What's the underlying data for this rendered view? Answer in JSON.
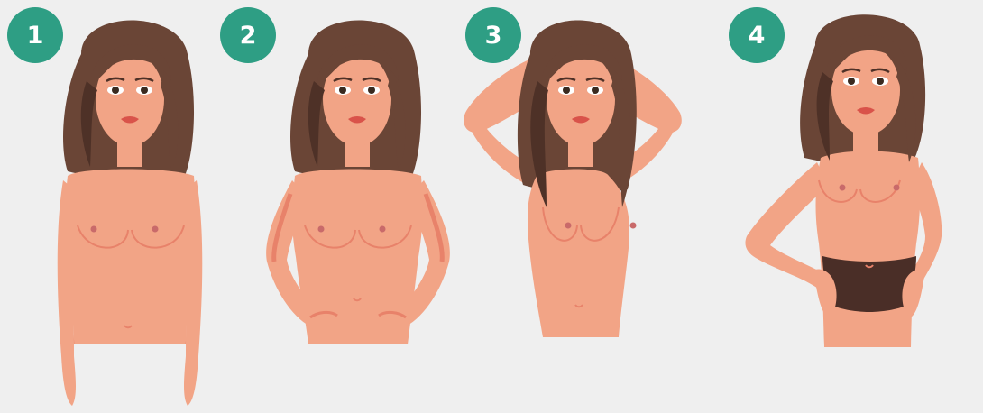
{
  "colors": {
    "background": "#efefef",
    "badge": "#2e9e84",
    "skin": "#f2a486",
    "skin_shadow": "#e8826a",
    "hair": "#6a4536",
    "hair_dark": "#4e3127",
    "lips": "#d9534a",
    "underwear": "#4a2e27"
  },
  "steps": [
    {
      "number": "1",
      "pose": "arms-down"
    },
    {
      "number": "2",
      "pose": "hands-on-hips"
    },
    {
      "number": "3",
      "pose": "hands-behind-head"
    },
    {
      "number": "4",
      "pose": "hands-pressing-hips"
    }
  ]
}
